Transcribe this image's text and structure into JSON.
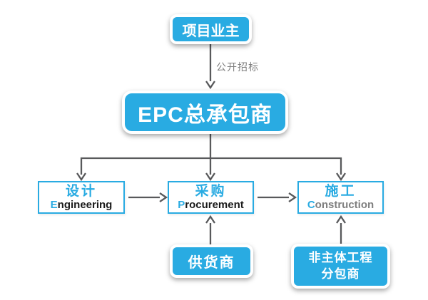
{
  "colors": {
    "primary_blue": "#29abe2",
    "connector_gray": "#58595b",
    "muted_gray": "#7f7f7f",
    "text_black": "#1a1a1a"
  },
  "nodes": {
    "owner": {
      "label": "项目业主"
    },
    "epc": {
      "label": "EPC总承包商"
    },
    "design": {
      "zh": "设计",
      "en_initial": "E",
      "en_rest": "ngineering"
    },
    "procurement": {
      "zh": "采购",
      "en_initial": "P",
      "en_rest": "rocurement"
    },
    "construction": {
      "zh": "施工",
      "en_initial": "C",
      "en_rest": "onstruction"
    },
    "supplier": {
      "label": "供货商"
    },
    "subcontractor": {
      "line1": "非主体工程",
      "line2": "分包商"
    }
  },
  "edges": {
    "public_bidding_label": "公开招标"
  }
}
